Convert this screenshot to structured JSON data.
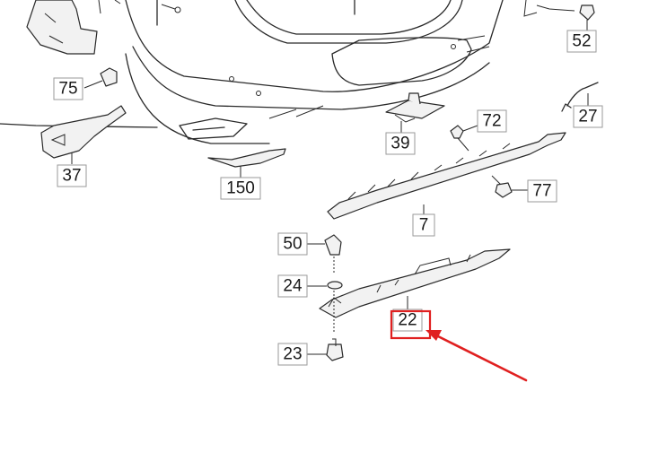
{
  "diagram": {
    "callouts": [
      {
        "id": "52",
        "label": "52"
      },
      {
        "id": "75",
        "label": "75"
      },
      {
        "id": "27",
        "label": "27"
      },
      {
        "id": "72",
        "label": "72"
      },
      {
        "id": "39",
        "label": "39"
      },
      {
        "id": "37",
        "label": "37"
      },
      {
        "id": "150",
        "label": "150"
      },
      {
        "id": "77",
        "label": "77"
      },
      {
        "id": "7",
        "label": "7"
      },
      {
        "id": "50",
        "label": "50"
      },
      {
        "id": "24",
        "label": "24"
      },
      {
        "id": "22",
        "label": "22"
      },
      {
        "id": "23",
        "label": "23"
      }
    ],
    "highlight": {
      "target": "22",
      "color": "#e02020"
    }
  }
}
